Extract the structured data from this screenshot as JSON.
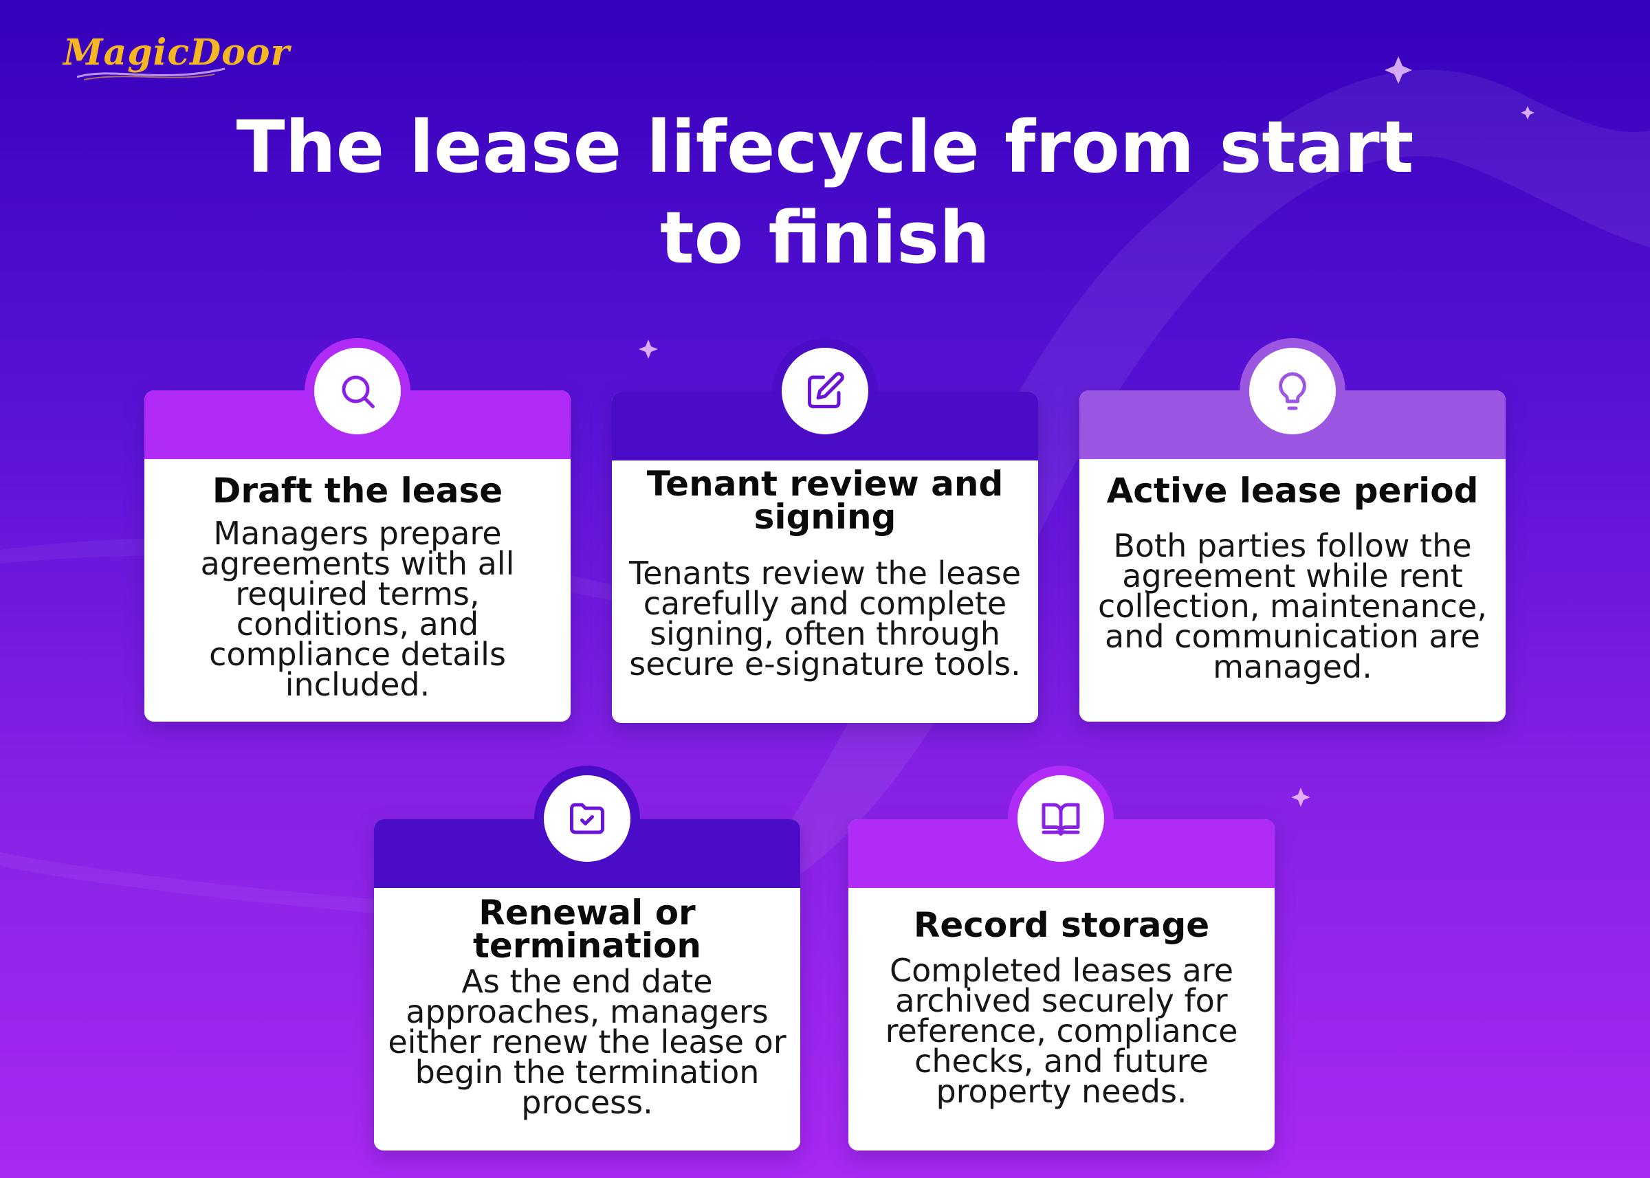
{
  "brand": {
    "logo_text": "MagicDoor"
  },
  "headline": "The lease lifecycle from start to finish",
  "colors": {
    "magenta": "#b02cf6",
    "violet": "#4a0cc6",
    "lilac": "#9b57e2",
    "icon": "#8a22e6"
  },
  "cards": [
    {
      "title": "Draft the lease",
      "description": "Managers prepare agreements with all required terms, conditions, and compliance details included.",
      "icon": "search-icon"
    },
    {
      "title": "Tenant review and signing",
      "description": "Tenants review the lease carefully and complete signing, often through secure e-signature tools.",
      "icon": "edit-icon"
    },
    {
      "title": "Active lease period",
      "description": "Both parties follow the agreement while rent collection, maintenance, and communication are managed.",
      "icon": "lightbulb-icon"
    },
    {
      "title": "Renewal or termination",
      "description": "As the end date approaches, managers either renew the lease or begin the termination process.",
      "icon": "folder-check-icon"
    },
    {
      "title": "Record storage",
      "description": "Completed leases are archived securely for reference, compliance checks, and future property needs.",
      "icon": "book-icon"
    }
  ]
}
